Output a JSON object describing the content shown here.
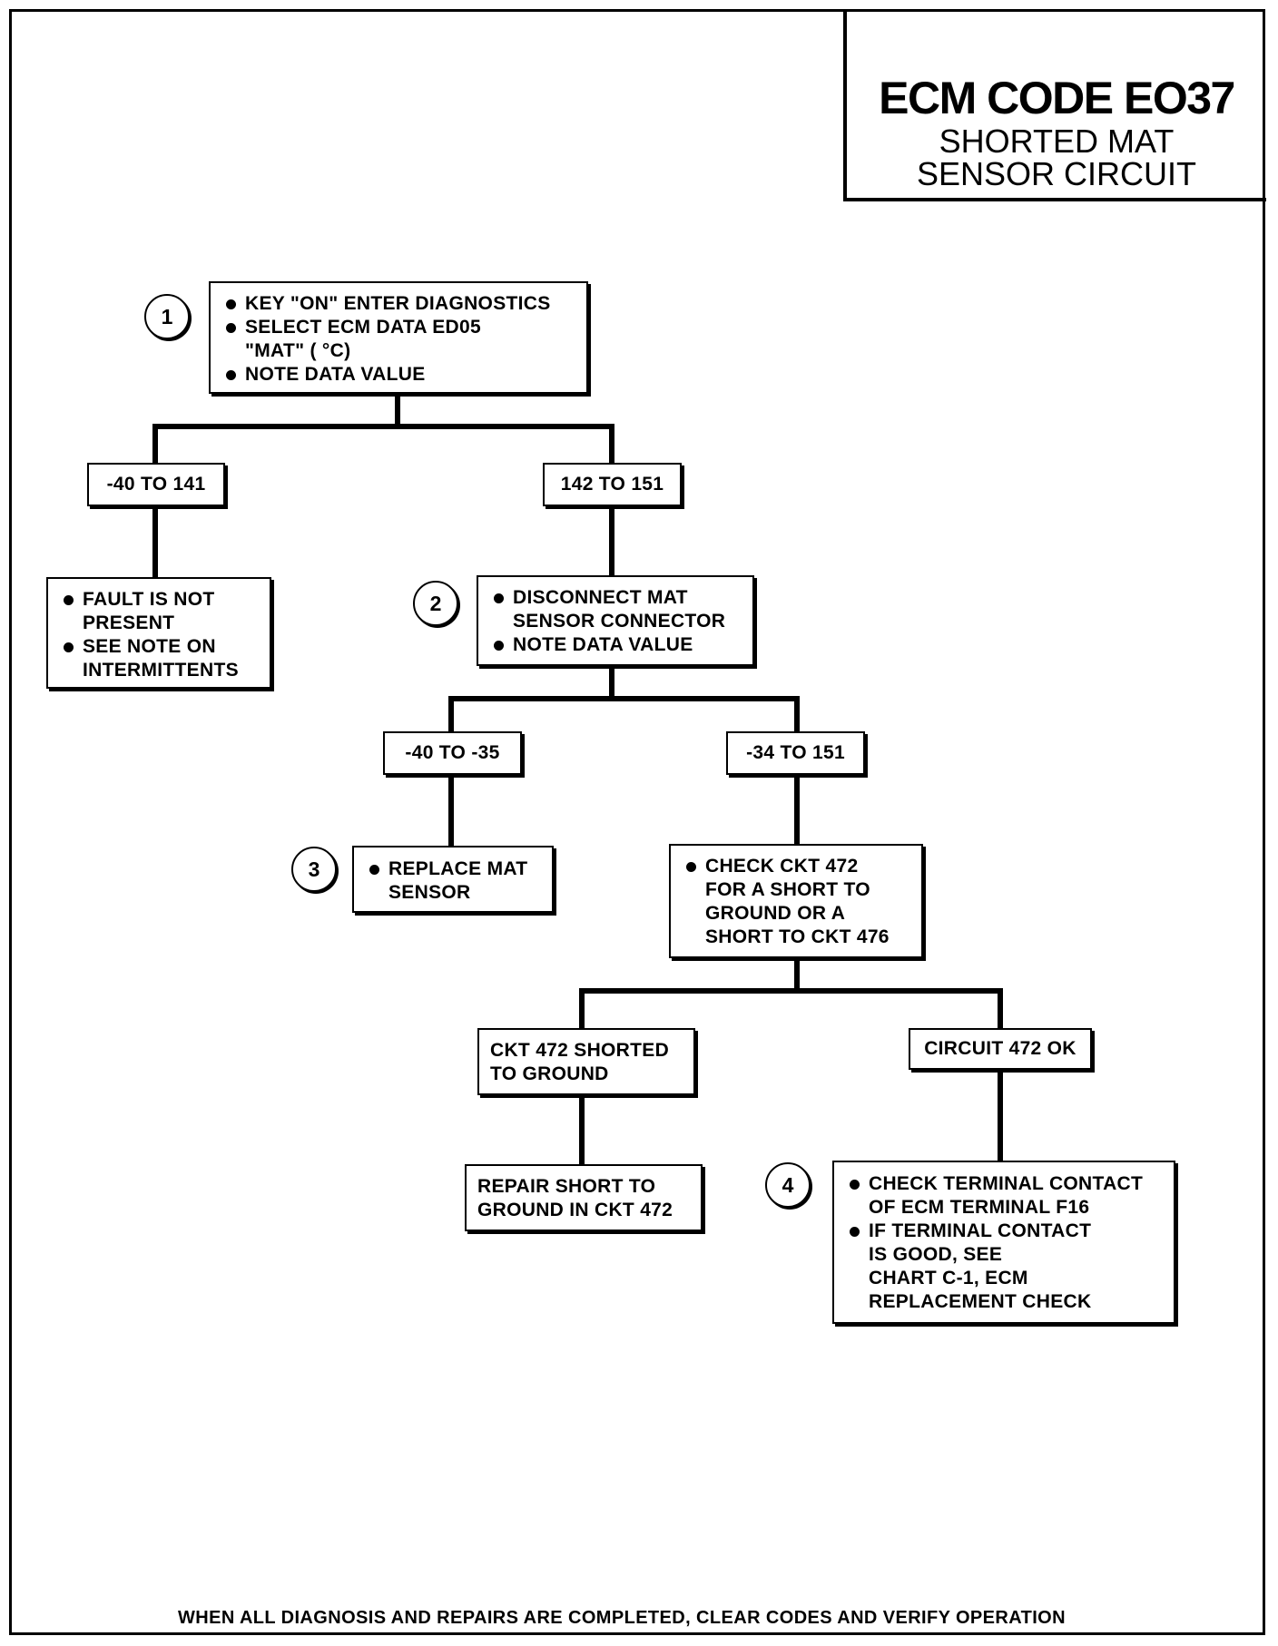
{
  "title": {
    "main": "ECM CODE EO37",
    "sub_line1": "SHORTED MAT",
    "sub_line2": "SENSOR CIRCUIT"
  },
  "steps": {
    "step1": "1",
    "step2": "2",
    "step3": "3",
    "step4": "4"
  },
  "box_start": {
    "items": [
      "KEY \"ON\" ENTER DIAGNOSTICS",
      "SELECT ECM DATA ED05",
      "NOTE DATA VALUE"
    ],
    "continuation": "\"MAT\" ( °C)"
  },
  "branch_a_left": "-40 TO 141",
  "branch_a_right": "142 TO 151",
  "box_fault": {
    "item1_line1": "FAULT IS NOT",
    "item1_line2": "PRESENT",
    "item2_line1": "SEE NOTE ON",
    "item2_line2": "INTERMITTENTS"
  },
  "box_disconnect": {
    "item1_line1": "DISCONNECT MAT",
    "item1_line2": "SENSOR CONNECTOR",
    "item2": "NOTE DATA VALUE"
  },
  "branch_b_left": "-40 TO -35",
  "branch_b_right": "-34 TO 151",
  "box_replace": {
    "line1": "REPLACE MAT",
    "line2": "SENSOR"
  },
  "box_check472": {
    "line1": "CHECK CKT 472",
    "line2": "FOR A SHORT TO",
    "line3": "GROUND OR A",
    "line4": "SHORT TO CKT 476"
  },
  "branch_c_left": {
    "line1": "CKT 472 SHORTED",
    "line2": "TO GROUND"
  },
  "branch_c_right": "CIRCUIT 472 OK",
  "box_repair": {
    "line1": "REPAIR SHORT TO",
    "line2": "GROUND IN CKT 472"
  },
  "box_terminal": {
    "item1_line1": "CHECK TERMINAL CONTACT",
    "item1_line2": "OF ECM TERMINAL F16",
    "item2_line1": "IF TERMINAL CONTACT",
    "item2_line2": "IS GOOD, SEE",
    "item2_line3": "CHART C-1, ECM",
    "item2_line4": "REPLACEMENT CHECK"
  },
  "footer": "WHEN ALL DIAGNOSIS AND REPAIRS ARE COMPLETED, CLEAR CODES AND VERIFY OPERATION"
}
